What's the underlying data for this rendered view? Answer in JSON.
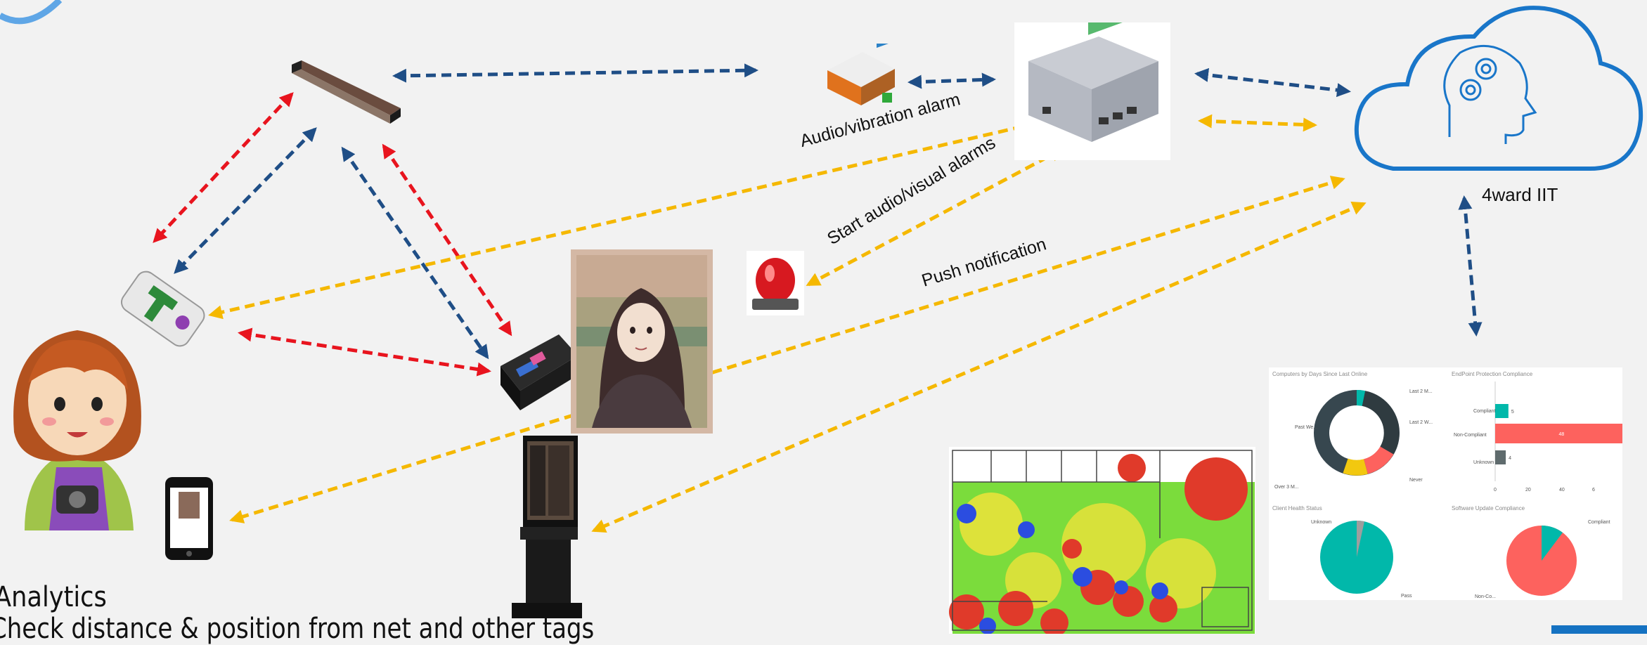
{
  "diagram": {
    "labels": {
      "audio_vibration": "Audio/vibration alarm",
      "start_alarms": "Start audio/visual alarms",
      "push_notification": "Push notification",
      "cloud": "4ward IIT",
      "analytics": "Analytics",
      "check_distance": "Check distance & position from net and other tags"
    },
    "colors": {
      "blue_arrow": "#1f4e86",
      "red_arrow": "#e8141e",
      "yellow_arrow": "#f5b800",
      "cloud_stroke": "#1976c9"
    }
  },
  "dashboard": {
    "donut": {
      "title": "Computers by Days Since Last Online",
      "labels": [
        "Last 2 M...",
        "Last 2 W...",
        "Never",
        "Over 3 M...",
        "Past We..."
      ]
    },
    "bars": {
      "title": "EndPoint Protection Compliance",
      "categories": [
        "Compliant",
        "Non-Compliant",
        "Unknown"
      ],
      "values": [
        5,
        48,
        4
      ],
      "ticks": [
        "0",
        "20",
        "40",
        "6"
      ]
    },
    "pie1": {
      "title": "Client Health Status",
      "labels": [
        "Unknown",
        "Pass"
      ]
    },
    "pie2": {
      "title": "Software Update Compliance",
      "labels": [
        "Compliant",
        "Non-Co..."
      ]
    }
  }
}
